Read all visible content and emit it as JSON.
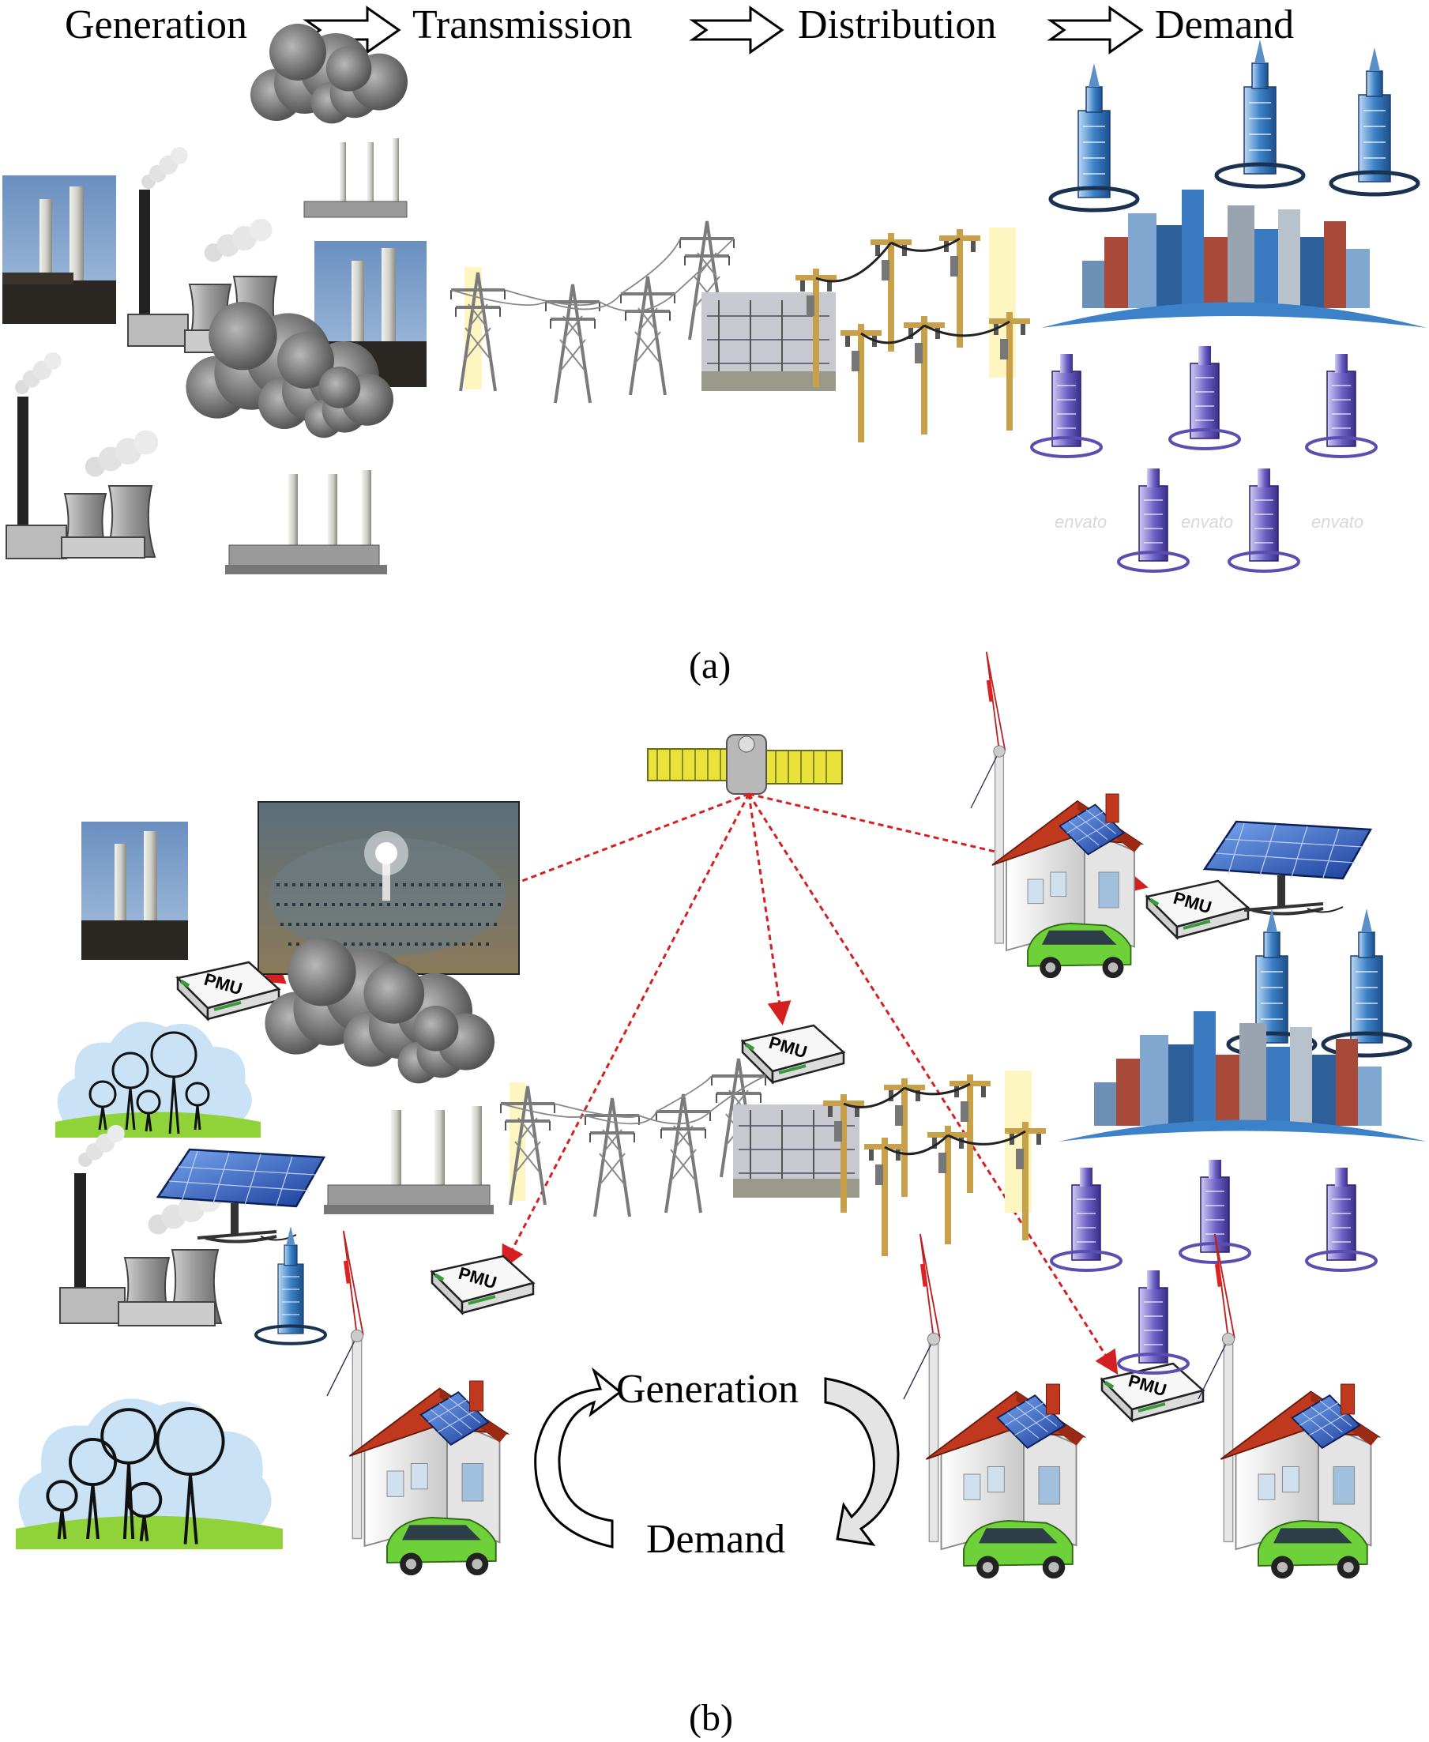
{
  "panel_a": {
    "flow": [
      {
        "label": "Generation"
      },
      {
        "label": "Transmission"
      },
      {
        "label": "Distribution"
      },
      {
        "label": "Demand"
      }
    ],
    "caption": "(a)",
    "watermark": "envato"
  },
  "panel_b": {
    "caption": "(b)",
    "pmu_label": "PMU",
    "cycle": {
      "top": "Generation",
      "bottom": "Demand"
    }
  },
  "colors": {
    "link_arrow": "#d42020",
    "pmu_green": "#3a9a3a",
    "roof": "#c0391f",
    "car": "#6fd13a",
    "grass": "#8fd23a",
    "tree_cloud": "#c9e2f6",
    "building_blue": "#3d82c8",
    "building_purple": "#5a4fb0"
  }
}
